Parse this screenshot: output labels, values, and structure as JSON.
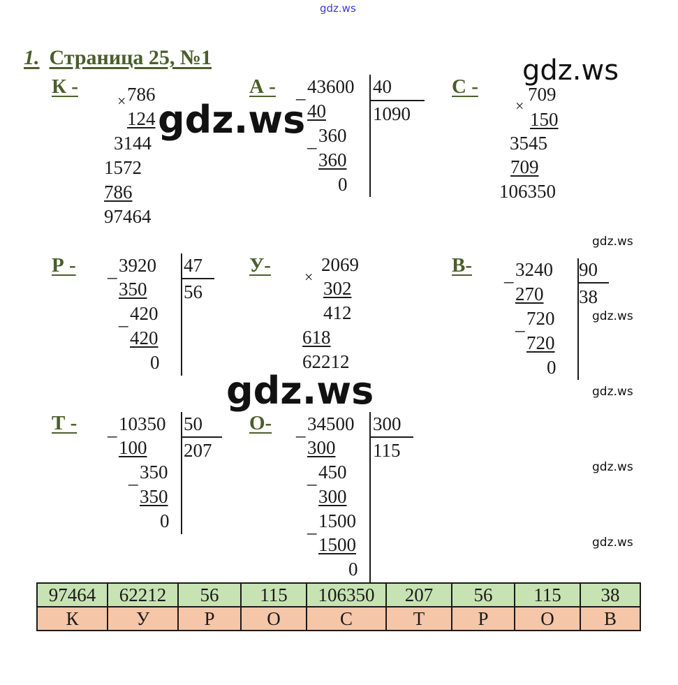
{
  "watermarks": {
    "top": "gdz.ws",
    "big1": "gdz.ws",
    "big2": "gdz.ws",
    "mid": "gdz.ws",
    "small": [
      "gdz.ws",
      "gdz.ws",
      "gdz.ws",
      "gdz.ws",
      "gdz.ws"
    ]
  },
  "header": {
    "number": "1.",
    "title": "Страница 25, №1"
  },
  "labels": {
    "K": "К -",
    "A": "А -",
    "C": "С -",
    "P": "Р -",
    "U": "У-",
    "B": "В-",
    "T": "Т -",
    "O": "О-"
  },
  "op_signs": {
    "times": "×",
    "minus": "_"
  },
  "K": {
    "a": "786",
    "b": "124",
    "p1": "3144",
    "p2": "1572",
    "p3": "786",
    "result": "97464"
  },
  "A": {
    "dividend": "43600",
    "divisor": "40",
    "quotient": "1090",
    "s1": "40",
    "s2": "360",
    "s3": "360",
    "rem": "0"
  },
  "C": {
    "a": "709",
    "b": "150",
    "p1": "3545",
    "p2": "709",
    "result": "106350"
  },
  "P": {
    "dividend": "3920",
    "divisor": "47",
    "quotient": "56",
    "s1": "350",
    "s2": "420",
    "s3": "420",
    "rem": "0"
  },
  "U": {
    "a": "2069",
    "b": "302",
    "p1": "412",
    "p2": "618",
    "result": "62212"
  },
  "B": {
    "dividend": "3240",
    "divisor": "90",
    "quotient": "38",
    "s1": "270",
    "s2": "720",
    "s3": "720",
    "rem": "0"
  },
  "T": {
    "dividend": "10350",
    "divisor": "50",
    "quotient": "207",
    "s1": "100",
    "s2": "350",
    "s3": "350",
    "rem": "0"
  },
  "O": {
    "dividend": "34500",
    "divisor": "300",
    "quotient": "115",
    "s1": "300",
    "s2": "450",
    "s3": "300",
    "s4": "1500",
    "s5": "1500",
    "rem": "0"
  },
  "answer": {
    "values": [
      "97464",
      "62212",
      "56",
      "115",
      "106350",
      "207",
      "56",
      "115",
      "38"
    ],
    "letters": [
      "К",
      "У",
      "Р",
      "О",
      "С",
      "Т",
      "Р",
      "О",
      "В"
    ]
  }
}
